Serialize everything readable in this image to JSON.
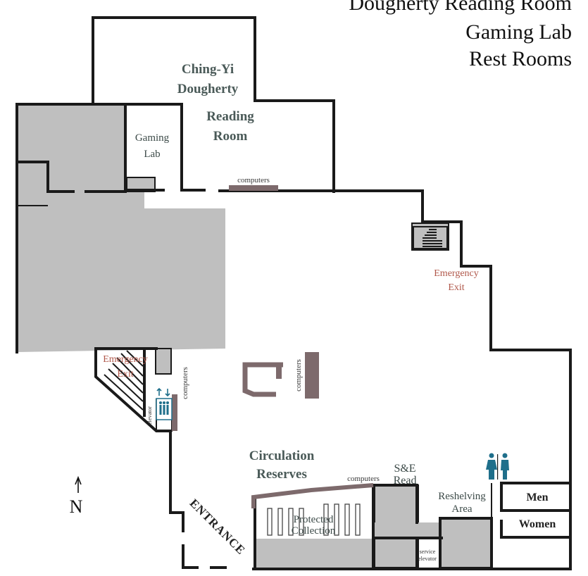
{
  "header": {
    "line1": "Dougherty Reading Room",
    "line2": "Gaming Lab",
    "line3": "Rest Rooms"
  },
  "rooms": {
    "reading_room": [
      "Ching-Yi",
      "Dougherty",
      "Reading",
      "Room"
    ],
    "gaming_lab": [
      "Gaming",
      "Lab"
    ],
    "circulation": [
      "Circulation",
      "Reserves"
    ],
    "se_read": [
      "S&E",
      "Read"
    ],
    "reshelving": [
      "Reshelving",
      "Area"
    ],
    "protected": [
      "Protected",
      "Collection"
    ],
    "men": "Men",
    "women": "Women"
  },
  "labels": {
    "computers_top": "computers",
    "computers_center": "computers",
    "computers_west": "computers",
    "computers_south": "computers",
    "emergency_exit_east": [
      "Emergency",
      "Exit"
    ],
    "emergency_exit_west": [
      "Emergency",
      "Exit"
    ],
    "elevator": "elevator",
    "service_elevator": [
      "service",
      "elevator"
    ],
    "entrance": "ENTRANCE",
    "north": "N"
  },
  "icons": {
    "restroom": "restroom-icon",
    "elevator": "elevator-icon",
    "north_arrow": "north-arrow-icon"
  },
  "colors": {
    "room_label": "#4a5a58",
    "exit_label": "#b0574a",
    "furniture": "#7d6a6c",
    "restroom_icon": "#1f6f8b",
    "unavailable_area": "#bfbfbf"
  }
}
